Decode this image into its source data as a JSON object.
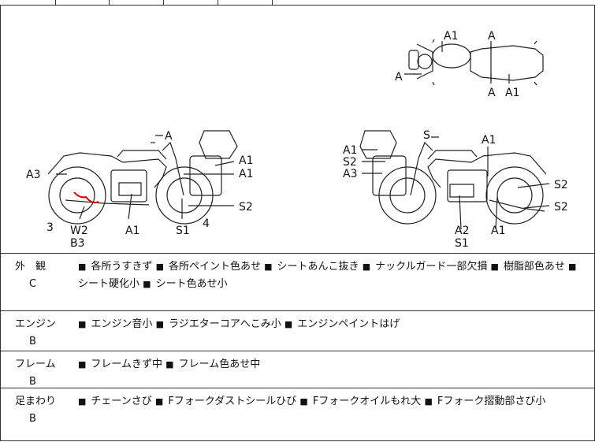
{
  "marker": "■",
  "diagram_labels": {
    "top_view": [
      "A1",
      "A",
      "A",
      "A",
      "A1"
    ],
    "left_side": [
      "A",
      "A1",
      "A1",
      "A3",
      "S2",
      "3",
      "W2",
      "B3",
      "A1",
      "S1",
      "4"
    ],
    "right_side": [
      "S",
      "A1",
      "A1",
      "S2",
      "A3",
      "S2",
      "S2",
      "A2",
      "S1",
      "A1"
    ]
  },
  "condition_rows": [
    {
      "category": "外　観",
      "grade": "C",
      "items": [
        "各所うすきず",
        "各所ペイント色あせ",
        "シートあんこ抜き",
        "ナックルガード一部欠損",
        "樹脂部色あせ",
        "シート硬化小",
        "シート色あせ小"
      ]
    },
    {
      "category": "エンジン",
      "grade": "B",
      "items": [
        "エンジン音小",
        "ラジエターコアへこみ小",
        "エンジンペイントはげ"
      ]
    },
    {
      "category": "フレーム",
      "grade": "B",
      "items": [
        "フレームきず中",
        "フレーム色あせ中"
      ]
    },
    {
      "category": "足まわり",
      "grade": "B",
      "items": [
        "チェーンさび",
        "Fフォークダストシールひび",
        "Fフォークオイルもれ大",
        "Fフォーク摺動部さび小"
      ]
    }
  ]
}
